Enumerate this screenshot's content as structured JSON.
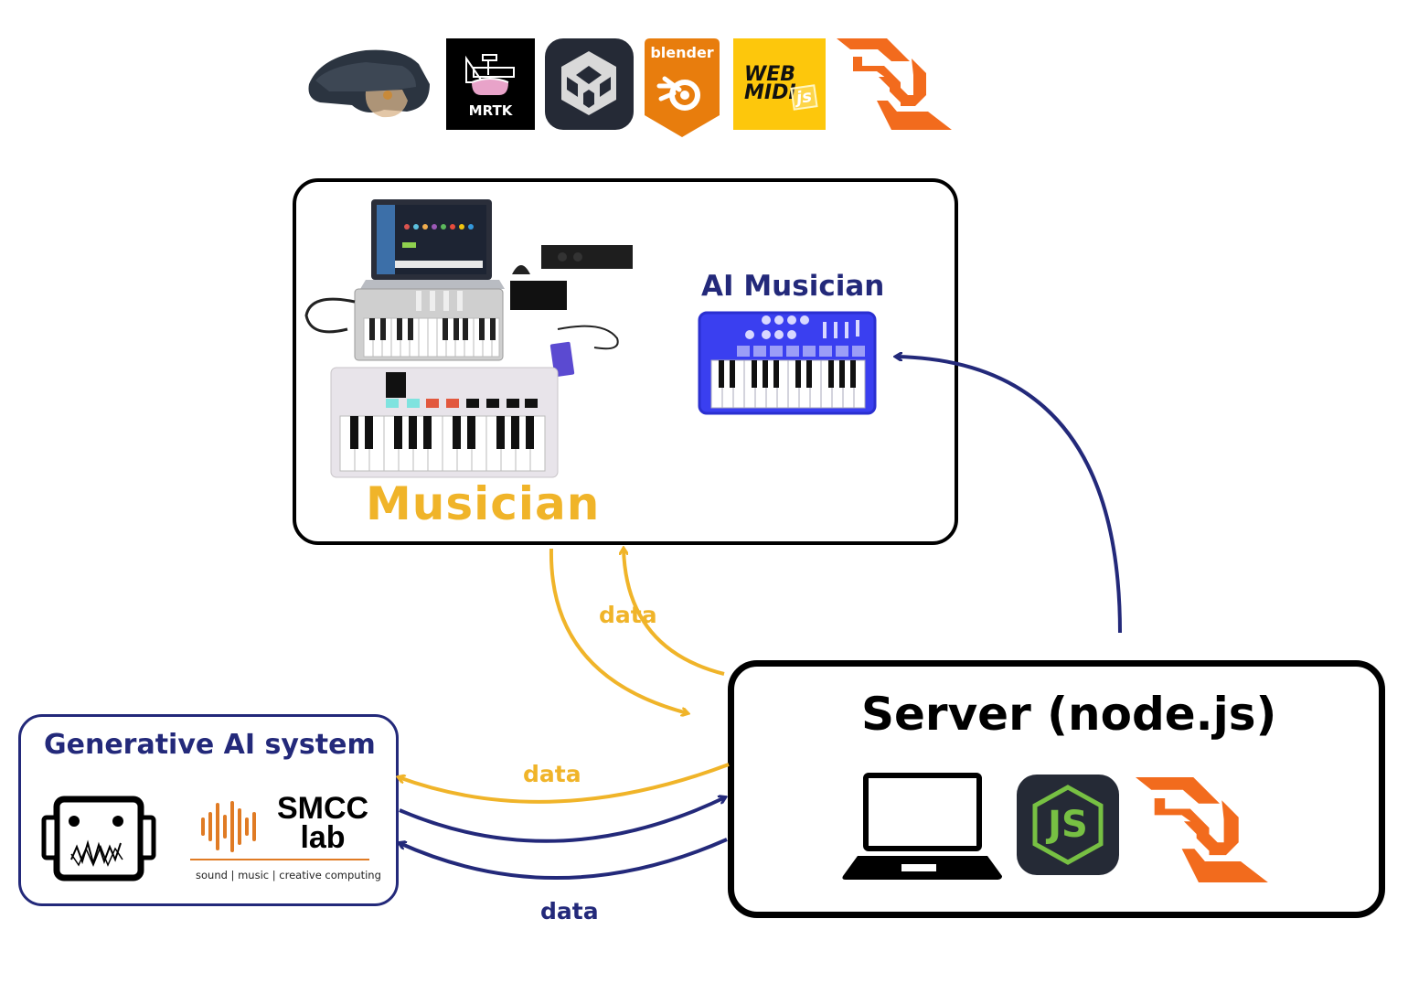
{
  "diagram": {
    "top_logos": [
      {
        "name": "hololens-headset",
        "label": ""
      },
      {
        "name": "mrtk-logo",
        "label": "MRTK"
      },
      {
        "name": "unity-logo",
        "label": ""
      },
      {
        "name": "blender-logo",
        "label": "blender"
      },
      {
        "name": "webmidi-logo",
        "label_line1": "WEB",
        "label_line2": "MIDI",
        "badge": "js"
      },
      {
        "name": "webrtc-logo",
        "label": ""
      }
    ],
    "musician_box": {
      "title": "Musician",
      "ai_title": "AI Musician"
    },
    "server_box": {
      "title": "Server (node.js)",
      "icons": [
        "laptop-icon",
        "nodejs-logo",
        "webrtc-logo"
      ],
      "nodejs_label": "JS"
    },
    "genai_box": {
      "title": "Generative AI system",
      "lab_name_line1": "SMCC",
      "lab_name_line2": "lab",
      "lab_tagline": "sound | music | creative computing"
    },
    "edges": [
      {
        "from": "musician",
        "to": "server",
        "label": "data",
        "color": "#f0b429"
      },
      {
        "from": "server",
        "to": "musician",
        "label": "",
        "color": "#f0b429"
      },
      {
        "from": "server",
        "to": "genai",
        "label": "data",
        "color": "#f0b429"
      },
      {
        "from": "genai",
        "to": "server",
        "label": "",
        "color": "#23297a"
      },
      {
        "from": "server",
        "to": "genai",
        "label": "data",
        "color": "#23297a"
      },
      {
        "from": "server",
        "to": "ai-musician",
        "label": "",
        "color": "#23297a"
      }
    ],
    "colors": {
      "accent_yellow": "#f0b429",
      "accent_navy": "#23297a",
      "orange": "#f26b1d",
      "black": "#000000"
    }
  }
}
